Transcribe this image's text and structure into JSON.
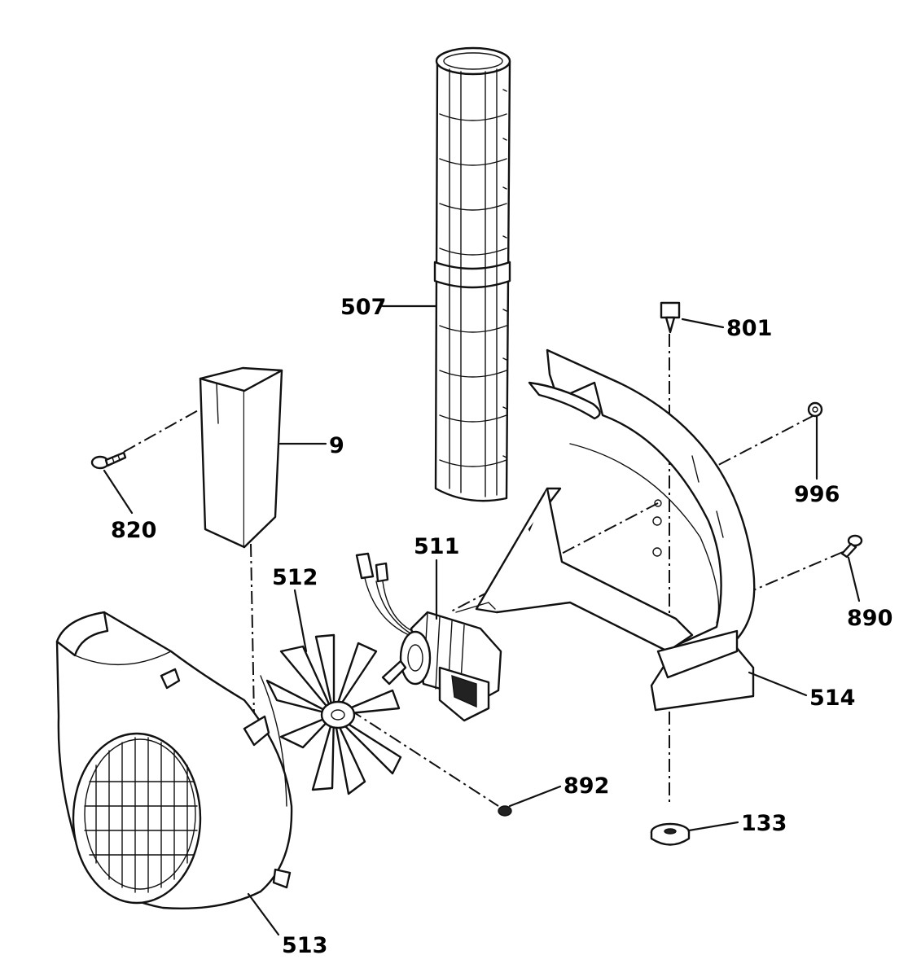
{
  "callouts": {
    "c507": "507",
    "c9": "9",
    "c820": "820",
    "c801": "801",
    "c996": "996",
    "c890": "890",
    "c511": "511",
    "c512": "512",
    "c514": "514",
    "c892": "892",
    "c133": "133",
    "c513": "513"
  },
  "colors": {
    "line": "#111111",
    "background": "#ffffff"
  }
}
